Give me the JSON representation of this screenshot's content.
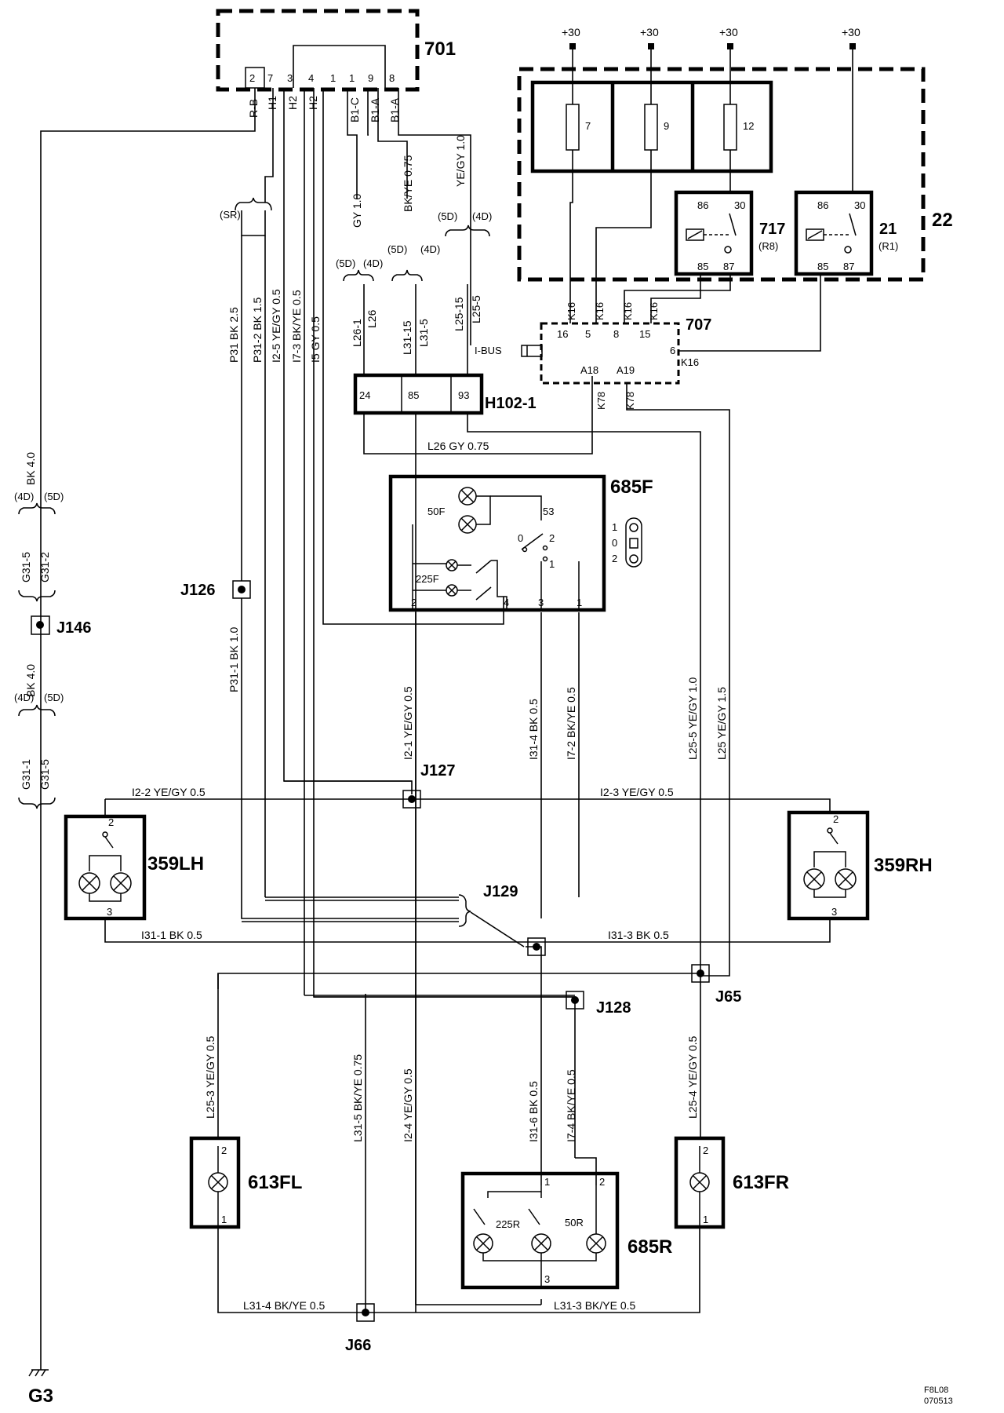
{
  "components": {
    "c701": "701",
    "c22": "22",
    "c707": "707",
    "h102": "H102-1",
    "c685f": "685F",
    "c359lh": "359LH",
    "c359rh": "359RH",
    "c613fl": "613FL",
    "c613fr": "613FR",
    "c685r": "685R",
    "c717": "717",
    "c717r": "(R8)",
    "c21": "21",
    "c21r": "(R1)",
    "j146": "J146",
    "j126": "J126",
    "j127": "J127",
    "j129": "J129",
    "j128": "J128",
    "j65": "J65",
    "j66": "J66",
    "g3": "G3",
    "ibus": "I-BUS",
    "sr": "(SR)"
  },
  "supply": "+30",
  "fuses": [
    "7",
    "9",
    "12"
  ],
  "relay_pins": {
    "p86": "86",
    "p30": "30",
    "p85": "85",
    "p87": "87"
  },
  "c701_pins": [
    "2",
    "7",
    "3",
    "4",
    "1",
    "1",
    "9",
    "8"
  ],
  "c701_codes": [
    "R-B",
    "H1",
    "H2",
    "H2",
    "B1-C",
    "B1-A",
    "B1-A"
  ],
  "c707_pins": {
    "p16": "16",
    "p5": "5",
    "p8": "8",
    "p15": "15",
    "p6": "6",
    "a18": "A18",
    "a19": "A19"
  },
  "k_labels": {
    "k16": "K16",
    "k78": "K78"
  },
  "h102_pins": [
    "24",
    "85",
    "93"
  ],
  "variants": {
    "d4": "(4D)",
    "d5": "(5D)"
  },
  "lamp_labels": {
    "l50f": "50F",
    "l225f": "225F",
    "l225r": "225R",
    "l50r": "50R"
  },
  "pin_numbers": {
    "p1": "1",
    "p2": "2",
    "p3": "3",
    "p4": "4",
    "p0": "0",
    "p53": "53"
  },
  "switch_positions": [
    "1",
    "0",
    "2"
  ],
  "wire_labels": {
    "gy10": "GY 1.0",
    "bkye075": "BK/YE  0.75",
    "yegy10": "YE/GY  1.0",
    "l26_1": "L26-1",
    "l26": "L26",
    "l31_15": "L31-15",
    "l31_5": "L31-5",
    "l25_15": "L25-15",
    "l25_5": "L25-5",
    "p31": "P31  BK  2.5",
    "p31_2": "P31-2  BK 1.5",
    "i2_5": "I2-5  YE/GY  0.5",
    "i7_3": "I7-3  BK/YE  0.5",
    "i5": "I5  GY  0.5",
    "l26gy": "L26  GY  0.75",
    "bk40a": "BK 4.0",
    "g31_5a": "G31-5",
    "g31_2": "G31-2",
    "bk40b": "BK 4.0",
    "g31_1": "G31-1",
    "g31_5b": "G31-5",
    "p31_1": "P31-1  BK  1.0",
    "i2_1": "I2-1  YE/GY   0.5",
    "i31_4": "I31-4  BK  0.5",
    "i7_2": "I7-2  BK/YE  0.5",
    "l25_5b": "L25-5  YE/GY  1.0",
    "l25b": "L25   YE/GY  1.5",
    "i2_2": "I2-2  YE/GY  0.5",
    "i2_3": "I2-3  YE/GY  0.5",
    "i31_1": "I31-1   BK  0.5",
    "i31_3": "I31-3  BK   0.5",
    "l25_3": "L25-3  YE/GY  0.5",
    "l31_5b": "L31-5  BK/YE  0.75",
    "i2_4": "I2-4  YE/GY  0.5",
    "i31_6": "I31-6  BK  0.5",
    "i7_4": "I7-4  BK/YE  0.5",
    "l25_4": "L25-4  YE/GY  0.5",
    "l31_4": "L31-4   BK/YE  0.5",
    "l31_3": "L31-3   BK/YE  0.5"
  },
  "footer": {
    "code1": "F8L08",
    "code2": "070513"
  }
}
